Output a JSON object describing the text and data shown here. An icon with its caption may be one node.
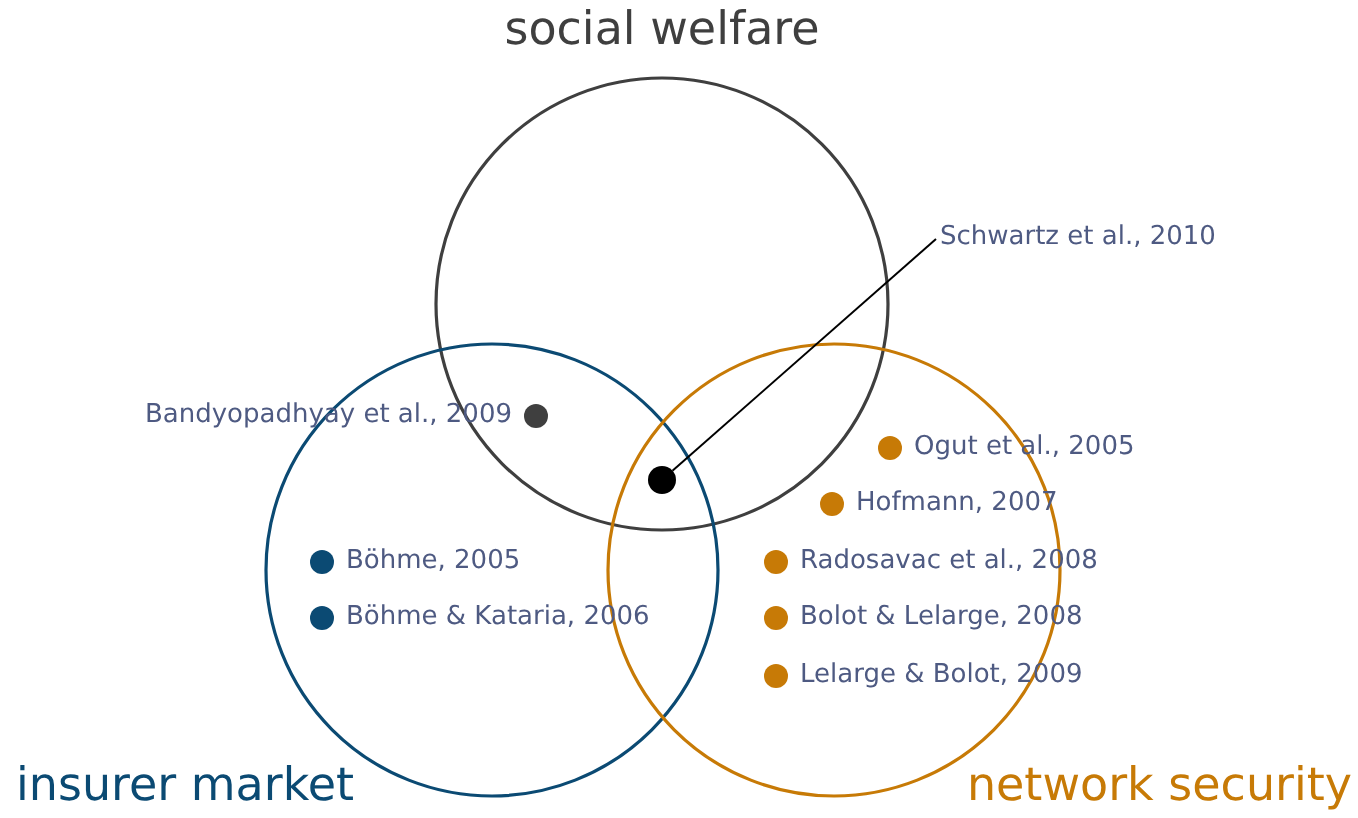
{
  "diagram": {
    "nodes": [
      {
        "text": [
          "social welfare"
        ]
      },
      {
        "text": [
          "insurer market"
        ]
      },
      {
        "text": [
          "network security"
        ]
      },
      {
        "text": [
          "Bandyopadhyay et al., 2009"
        ]
      },
      {
        "text": [
          "Böhme, 2005"
        ],
        "in": 1
      },
      {
        "text": [
          "Böhme & Kataria, 2006"
        ],
        "in": 1
      },
      {
        "text": [
          "Ogut et al., 2005"
        ],
        "in": 2
      },
      {
        "text": [
          "Hofmann, 2007"
        ],
        "in": 2
      },
      {
        "text": [
          "Radosavac et al., 2008"
        ],
        "in": 2
      },
      {
        "text": [
          "Bolot & Lelarge, 2008"
        ],
        "in": 2
      },
      {
        "text": [
          "Lelarge & Bolot, 2009"
        ],
        "in": 2
      },
      {
        "text": [
          "Schwartz et al., 2010"
        ]
      },
      {
        "text": [],
        "shape": "circle"
      }
    ],
    "edges": [
      {
        "from": 11,
        "to": 12,
        "arrow": "none"
      }
    ]
  }
}
